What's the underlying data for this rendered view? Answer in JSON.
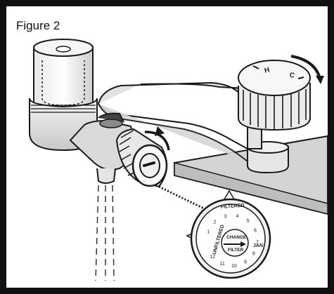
{
  "figure": {
    "label": "Figure 2"
  },
  "handle_knob": {
    "hot_marker": "H",
    "cold_marker": "C"
  },
  "filter_dial": {
    "top_text": "FILTERED",
    "left_text": "UNFILTERED",
    "center_line1": "CHANGE",
    "center_line2": "FILTER",
    "month_label": "JAN",
    "month_numbers": [
      "1",
      "2",
      "3",
      "4",
      "5",
      "6",
      "7",
      "8",
      "9",
      "10",
      "11",
      "12"
    ]
  },
  "colors": {
    "outline": "#1a1a1a",
    "frame": "#111111",
    "shade": "#d9d9d9",
    "light": "#f2f2f2"
  }
}
